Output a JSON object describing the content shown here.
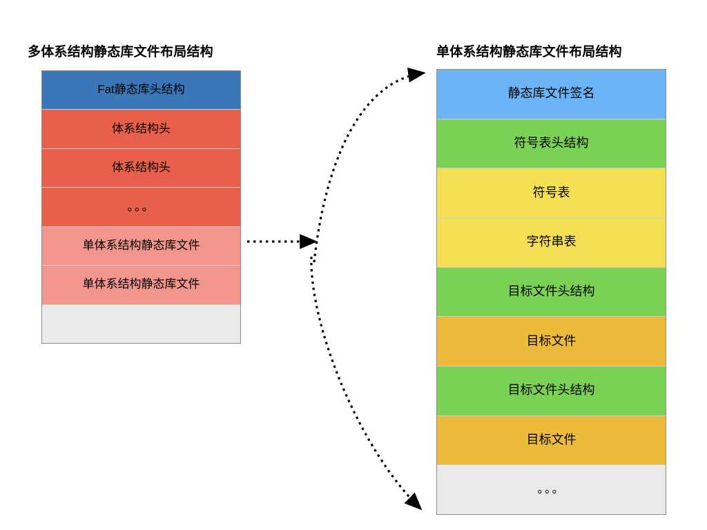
{
  "diagram": {
    "background": "#ffffff",
    "left_column": {
      "title": "多体系结构静态库文件布局结构",
      "blocks": [
        {
          "label": "Fat静态库头结构",
          "color": "#3A76B8"
        },
        {
          "label": "体系结构头",
          "color": "#E8604C"
        },
        {
          "label": "体系结构头",
          "color": "#E8604C"
        },
        {
          "label": "。。。",
          "color": "#E8604C"
        },
        {
          "label": "单体系结构静态库文件",
          "color": "#F2968D"
        },
        {
          "label": "单体系结构静态库文件",
          "color": "#F2968D"
        },
        {
          "label": "",
          "color": "#EAEAEA"
        }
      ]
    },
    "right_column": {
      "title": "单体系结构静态库文件布局结构",
      "blocks": [
        {
          "label": "静态库文件签名",
          "color": "#6CB4F5"
        },
        {
          "label": "符号表头结构",
          "color": "#7BD155"
        },
        {
          "label": "符号表",
          "color": "#F5E055"
        },
        {
          "label": "字符串表",
          "color": "#F5E055"
        },
        {
          "label": "目标文件头结构",
          "color": "#7BD155"
        },
        {
          "label": "目标文件",
          "color": "#EDBB3C"
        },
        {
          "label": "目标文件头结构",
          "color": "#7BD155"
        },
        {
          "label": "目标文件",
          "color": "#EDBB3C"
        },
        {
          "label": "。。。",
          "color": "#EAEAEA"
        }
      ]
    },
    "connectors": {
      "stroke_color": "#000000",
      "straight_arrow_name": "expand-arrow",
      "curved_arrow_name": "expand-curve-arrow"
    }
  }
}
